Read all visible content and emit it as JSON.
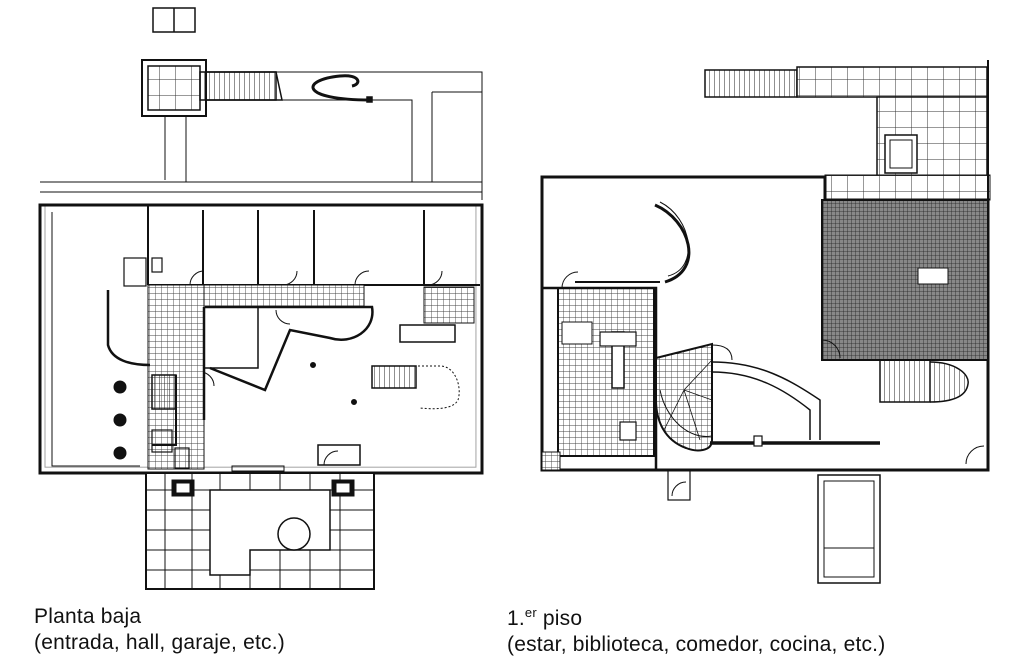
{
  "captions": {
    "ground": {
      "title": "Planta baja",
      "rooms": "(entrada, hall, garaje, etc.)"
    },
    "first": {
      "title_num": "1.",
      "title_sup": "er",
      "title_rest": " piso",
      "rooms": "(estar, biblioteca, comedor, cocina, etc.)"
    }
  },
  "colors": {
    "ink": "#111111",
    "paper": "#ffffff",
    "hatch": "#555555"
  }
}
